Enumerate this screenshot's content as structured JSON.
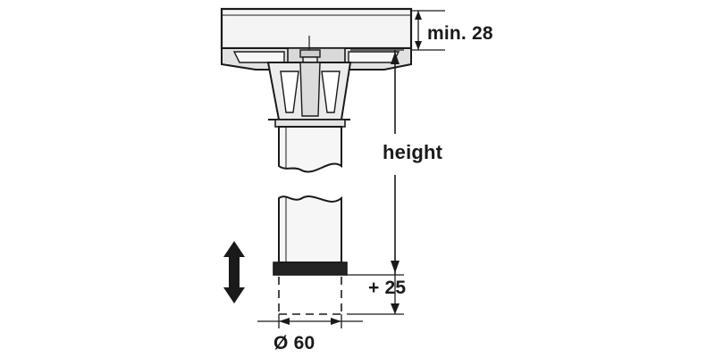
{
  "diagram": {
    "title": "Technical drawing of adjustable furniture leg / plinth foot mounting",
    "labels": {
      "min_thickness": "min. 28",
      "height": "height",
      "adjustment": "+ 25",
      "diameter": "Ø 60"
    },
    "colors": {
      "line": "#1a1a1a",
      "text": "#1a1a1a",
      "fill_light": "#f2f2f2",
      "fill_mid": "#d8d8d8",
      "fill_dark": "#2b2b2b",
      "background": "#ffffff"
    },
    "annotations": {
      "up_down_arrow": "vertical-double-arrow",
      "dimension_lines": [
        "min. 28 top panel thickness",
        "height overall",
        "+ 25 adjustment range",
        "Ø 60 base diameter"
      ]
    }
  }
}
